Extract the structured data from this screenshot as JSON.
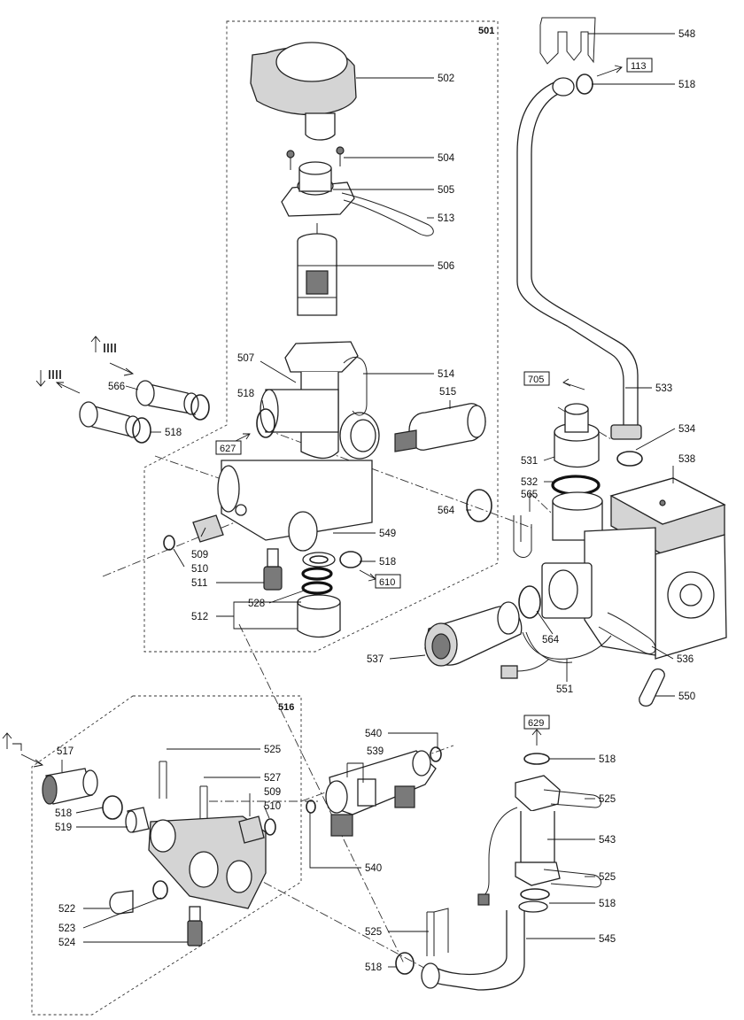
{
  "groups": [
    {
      "id": "501",
      "label": "501"
    },
    {
      "id": "516",
      "label": "516"
    }
  ],
  "references": [
    {
      "id": "ref-113",
      "label": "113"
    },
    {
      "id": "ref-627",
      "label": "627"
    },
    {
      "id": "ref-705",
      "label": "705"
    },
    {
      "id": "ref-610",
      "label": "610"
    },
    {
      "id": "ref-629",
      "label": "629"
    }
  ],
  "callouts": [
    {
      "id": "c548",
      "label": "548"
    },
    {
      "id": "c518-top",
      "label": "518"
    },
    {
      "id": "c502",
      "label": "502"
    },
    {
      "id": "c504",
      "label": "504"
    },
    {
      "id": "c505",
      "label": "505"
    },
    {
      "id": "c513",
      "label": "513"
    },
    {
      "id": "c506",
      "label": "506"
    },
    {
      "id": "c507",
      "label": "507"
    },
    {
      "id": "c514",
      "label": "514"
    },
    {
      "id": "c515",
      "label": "515"
    },
    {
      "id": "c533",
      "label": "533"
    },
    {
      "id": "c566",
      "label": "566"
    },
    {
      "id": "c518-a",
      "label": "518"
    },
    {
      "id": "c518-b",
      "label": "518"
    },
    {
      "id": "c534",
      "label": "534"
    },
    {
      "id": "c538",
      "label": "538"
    },
    {
      "id": "c531",
      "label": "531"
    },
    {
      "id": "c532",
      "label": "532"
    },
    {
      "id": "c565",
      "label": "565"
    },
    {
      "id": "c564-a",
      "label": "564"
    },
    {
      "id": "c549",
      "label": "549"
    },
    {
      "id": "c509-a",
      "label": "509"
    },
    {
      "id": "c510-a",
      "label": "510"
    },
    {
      "id": "c518-c",
      "label": "518"
    },
    {
      "id": "c511",
      "label": "511"
    },
    {
      "id": "c528",
      "label": "528"
    },
    {
      "id": "c512",
      "label": "512"
    },
    {
      "id": "c564-b",
      "label": "564"
    },
    {
      "id": "c536",
      "label": "536"
    },
    {
      "id": "c537",
      "label": "537"
    },
    {
      "id": "c551",
      "label": "551"
    },
    {
      "id": "c550",
      "label": "550"
    },
    {
      "id": "c540-a",
      "label": "540"
    },
    {
      "id": "c525-a",
      "label": "525"
    },
    {
      "id": "c539",
      "label": "539"
    },
    {
      "id": "c517",
      "label": "517"
    },
    {
      "id": "c527",
      "label": "527"
    },
    {
      "id": "c509-b",
      "label": "509"
    },
    {
      "id": "c510-b",
      "label": "510"
    },
    {
      "id": "c518-d",
      "label": "518"
    },
    {
      "id": "c519",
      "label": "519"
    },
    {
      "id": "c540-b",
      "label": "540"
    },
    {
      "id": "c518-e",
      "label": "518"
    },
    {
      "id": "c525-b",
      "label": "525"
    },
    {
      "id": "c543",
      "label": "543"
    },
    {
      "id": "c525-c",
      "label": "525"
    },
    {
      "id": "c518-f",
      "label": "518"
    },
    {
      "id": "c522",
      "label": "522"
    },
    {
      "id": "c523",
      "label": "523"
    },
    {
      "id": "c524",
      "label": "524"
    },
    {
      "id": "c525-d",
      "label": "525"
    },
    {
      "id": "c545",
      "label": "545"
    },
    {
      "id": "c518-g",
      "label": "518"
    }
  ]
}
